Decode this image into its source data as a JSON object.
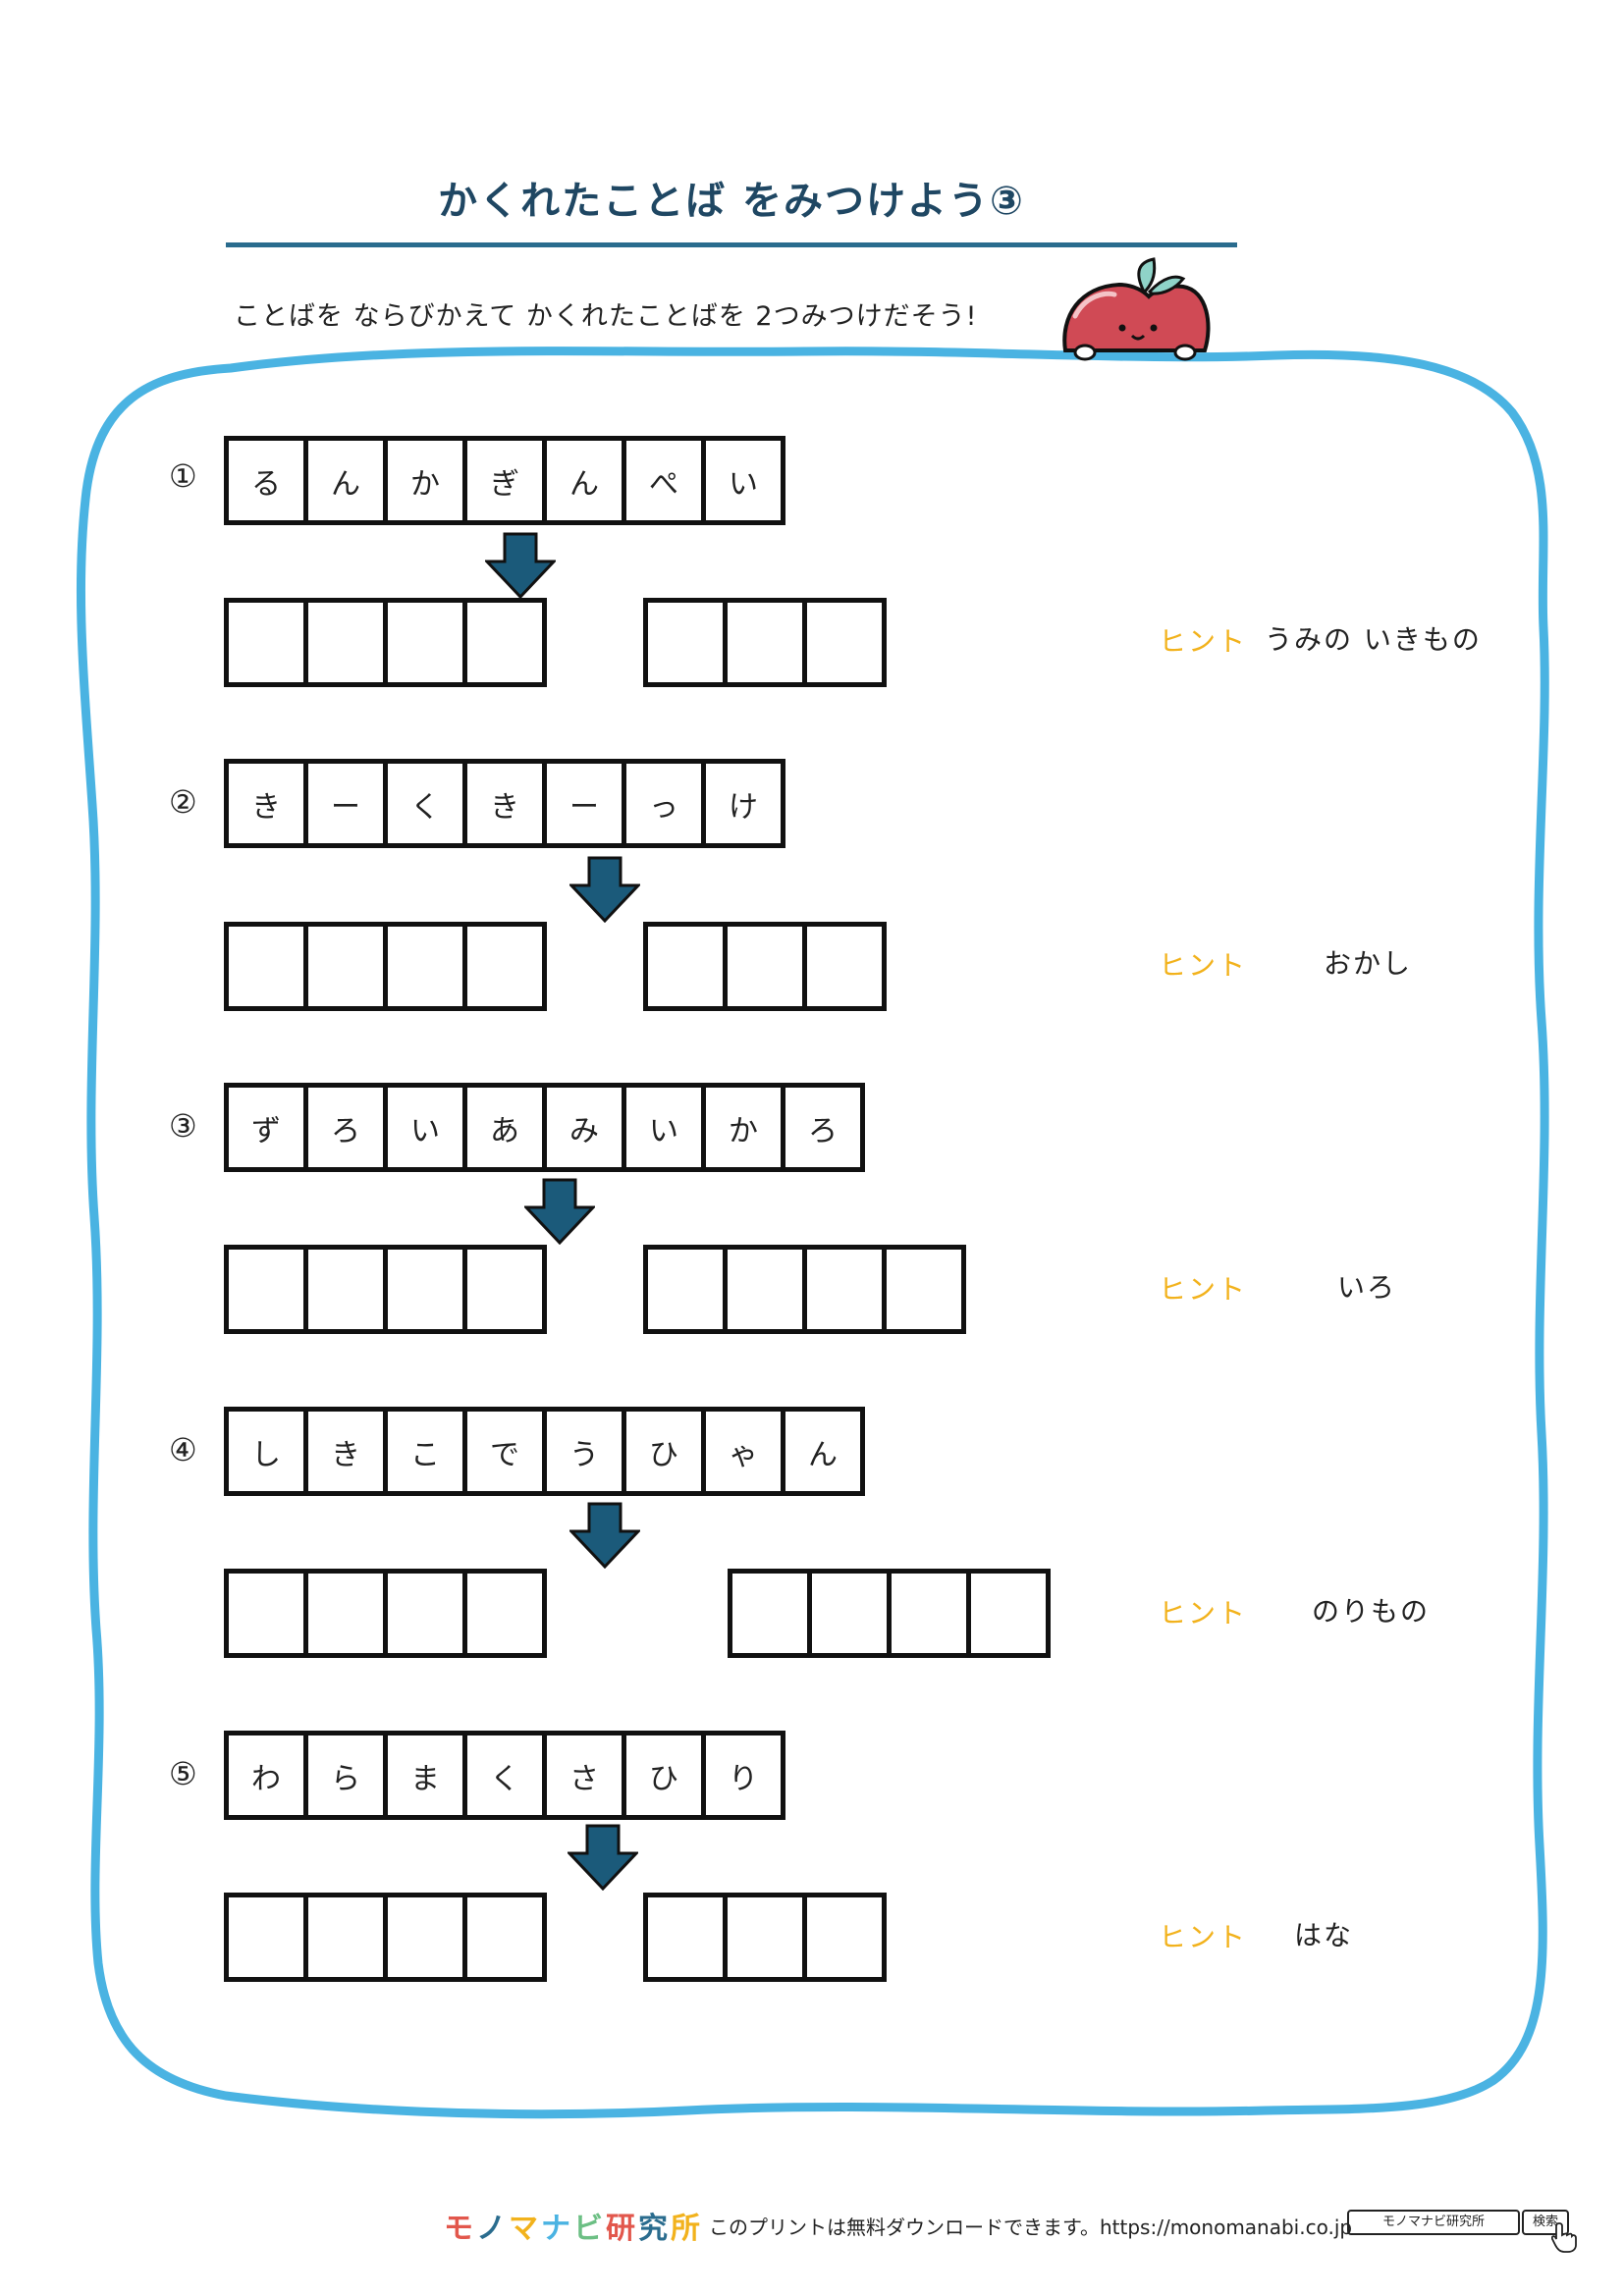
{
  "title": "かくれたことば をみつけよう③",
  "instruction": "ことばを ならびかえて かくれたことばを 2つみつけだそう!",
  "hint_label": "ヒント",
  "colors": {
    "frame": "#4ab3e2",
    "title": "#1f4763",
    "arrow": "#1b5a7a",
    "hint": "#f2b21c",
    "mascot": "#d04a55"
  },
  "puzzles": [
    {
      "number": "①",
      "letters": [
        "る",
        "ん",
        "か",
        "ぎ",
        "ん",
        "ぺ",
        "い"
      ],
      "answer_a": 4,
      "answer_b": 3,
      "hint": "うみの いきもの"
    },
    {
      "number": "②",
      "letters": [
        "き",
        "ー",
        "く",
        "き",
        "ー",
        "っ",
        "け"
      ],
      "answer_a": 4,
      "answer_b": 3,
      "hint": "おかし"
    },
    {
      "number": "③",
      "letters": [
        "ず",
        "ろ",
        "い",
        "あ",
        "み",
        "い",
        "か",
        "ろ"
      ],
      "answer_a": 4,
      "answer_b": 4,
      "hint": "いろ"
    },
    {
      "number": "④",
      "letters": [
        "し",
        "き",
        "こ",
        "で",
        "う",
        "ひ",
        "ゃ",
        "ん"
      ],
      "answer_a": 4,
      "answer_b": 4,
      "hint": "のりもの"
    },
    {
      "number": "⑤",
      "letters": [
        "わ",
        "ら",
        "ま",
        "く",
        "さ",
        "ひ",
        "り"
      ],
      "answer_a": 4,
      "answer_b": 3,
      "hint": "はな"
    }
  ],
  "footer": {
    "brand": "モノマナビ研究所",
    "text": "このプリントは無料ダウンロードできます。https://monomanabi.co.jp",
    "search_placeholder": "モノマナビ研究所",
    "search_button": "検索"
  }
}
